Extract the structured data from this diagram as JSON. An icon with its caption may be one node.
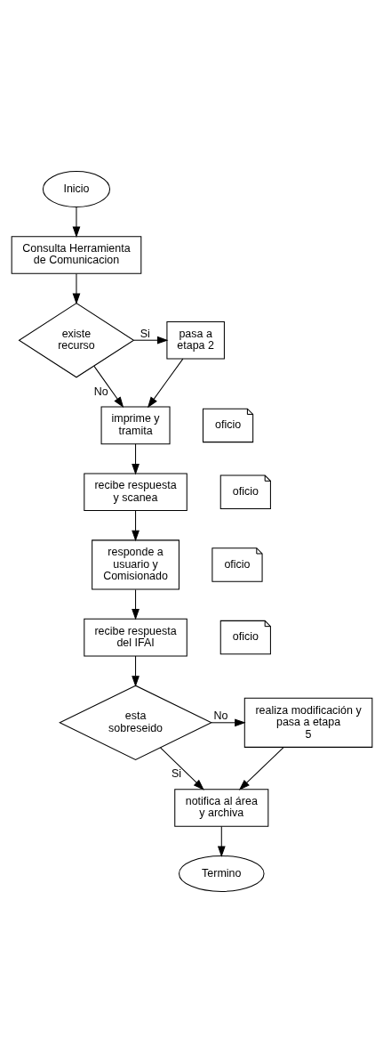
{
  "diagram": {
    "nodes": [
      {
        "text": [
          "Inicio"
        ]
      },
      {
        "text": [
          "Consulta Herramienta de Comunicacion"
        ]
      },
      {
        "text": [
          "existe recurso"
        ]
      },
      {
        "text": [
          "pasa a etapa 2"
        ]
      },
      {
        "text": [
          "imprime y tramita"
        ]
      },
      {
        "text": [
          "oficio"
        ]
      },
      {
        "text": [
          "recibe respuesta y scanea"
        ]
      },
      {
        "text": [
          "oficio"
        ]
      },
      {
        "text": [
          "responde a usuario y Comisionado"
        ]
      },
      {
        "text": [
          "oficio"
        ]
      },
      {
        "text": [
          "recibe respuesta del IFAI"
        ]
      },
      {
        "text": [
          "oficio"
        ]
      },
      {
        "text": [
          "esta sobreseido"
        ]
      },
      {
        "text": [
          "realiza modificación y pasa a etapa 5"
        ]
      },
      {
        "text": [
          "notifica al área y archiva"
        ]
      },
      {
        "text": [
          "Termino"
        ]
      }
    ],
    "edges": [
      {
        "from": 0,
        "to": 1,
        "arrow": "to"
      },
      {
        "from": 1,
        "to": 2,
        "arrow": "to"
      },
      {
        "from": 2,
        "to": 3,
        "arrow": "to",
        "label": "Si"
      },
      {
        "from": 2,
        "to": 4,
        "arrow": "to",
        "label": "No"
      },
      {
        "from": 3,
        "to": 4,
        "arrow": "to"
      },
      {
        "from": 4,
        "to": 6,
        "arrow": "to"
      },
      {
        "from": 6,
        "to": 8,
        "arrow": "to"
      },
      {
        "from": 8,
        "to": 10,
        "arrow": "to"
      },
      {
        "from": 10,
        "to": 12,
        "arrow": "to"
      },
      {
        "from": 12,
        "to": 13,
        "arrow": "to",
        "label": "No"
      },
      {
        "from": 12,
        "to": 14,
        "arrow": "to",
        "label": "Si"
      },
      {
        "from": 13,
        "to": 14,
        "arrow": "to"
      },
      {
        "from": 14,
        "to": 15,
        "arrow": "to"
      }
    ]
  }
}
